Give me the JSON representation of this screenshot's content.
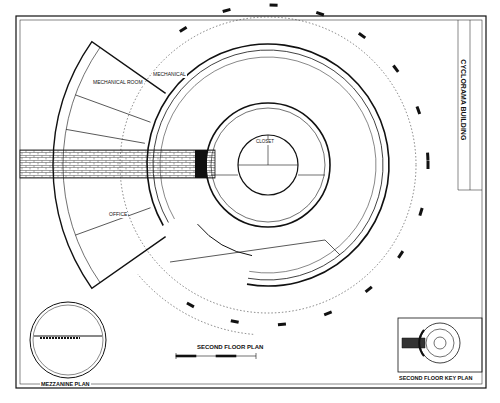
{
  "diagram": {
    "title": "SECOND FLOOR PLAN",
    "labels": [
      "CYCLORAMA BUILDING",
      "MEZZANINE PLAN",
      "SECOND FLOOR KEY PLAN",
      "MECHANICAL ROOM",
      "MECHANICAL",
      "OFFICE",
      "CLOSET"
    ]
  }
}
